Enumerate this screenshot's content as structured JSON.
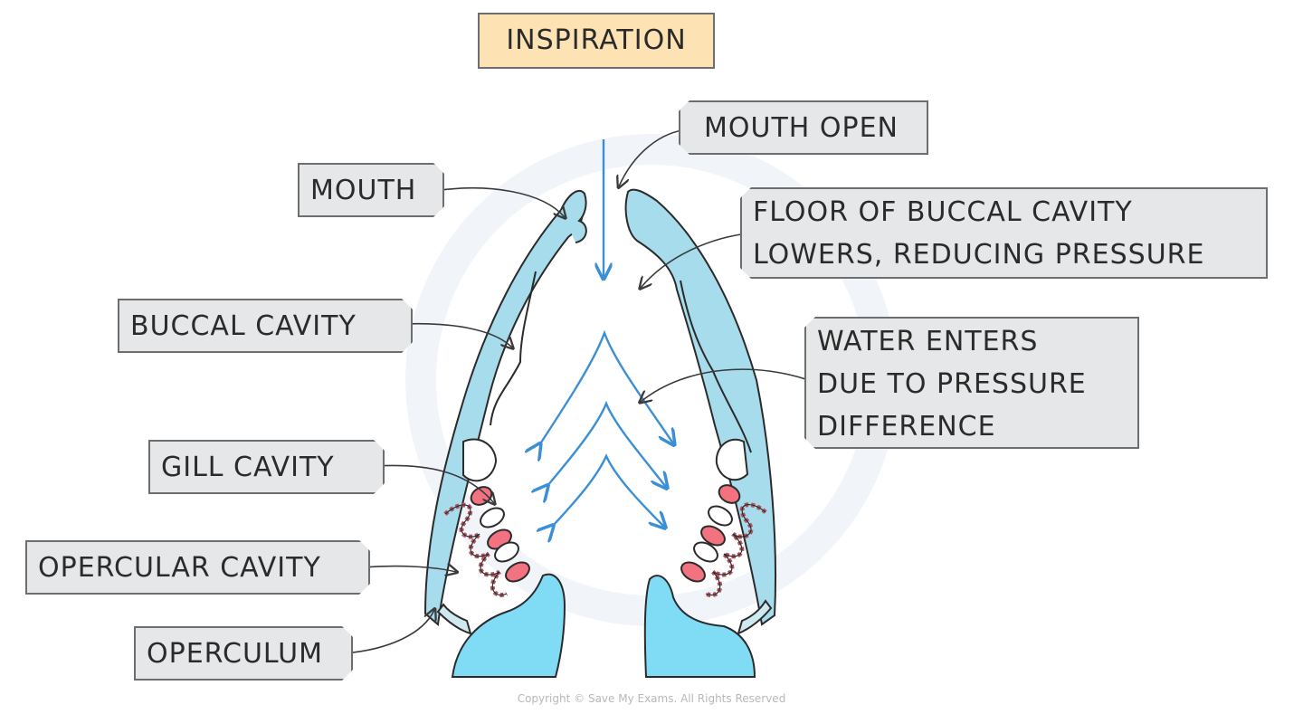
{
  "title": "INSPIRATION",
  "labels": {
    "mouth_open": "MOUTH OPEN",
    "mouth": "MOUTH",
    "floor_line1": "FLOOR OF BUCCAL CAVITY",
    "floor_line2": "LOWERS, REDUCING PRESSURE",
    "buccal_cavity": "BUCCAL CAVITY",
    "water_line1": "WATER ENTERS",
    "water_line2": "DUE TO PRESSURE",
    "water_line3": "DIFFERENCE",
    "gill_cavity": "GILL CAVITY",
    "opercular_cavity": "OPERCULAR CAVITY",
    "operculum": "OPERCULUM"
  },
  "copyright": "Copyright © Save My Exams. All Rights Reserved",
  "colors": {
    "body_fill": "#a6dcec",
    "tissue_fill": "#7fdcf4",
    "water_arrow": "#3b8fd6",
    "gill_filament": "#f2737f",
    "gill_arch": "#b05560",
    "label_fill": "#e6e7e8",
    "title_fill": "#fde3b4"
  }
}
